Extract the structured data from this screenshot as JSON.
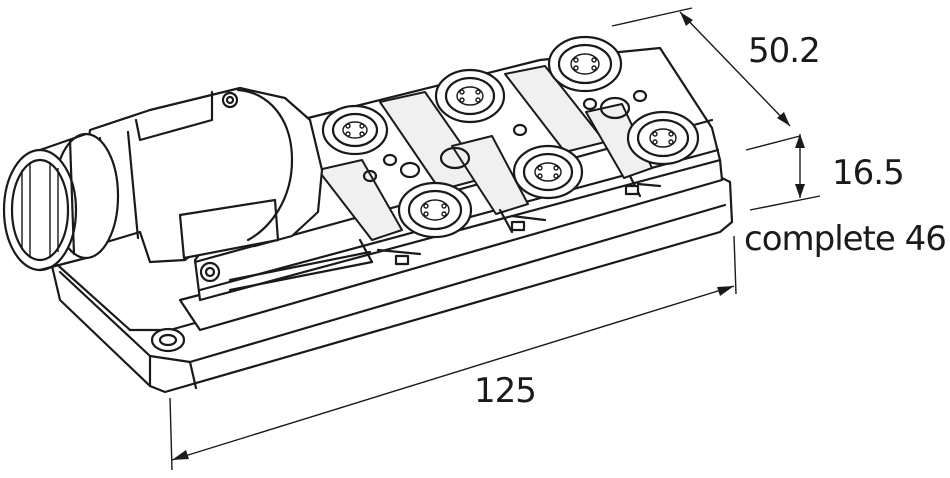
{
  "dimensions": {
    "width_label": "50.2",
    "height_label": "16.5",
    "total_height_label": "complete 46",
    "length_label": "125"
  },
  "colors": {
    "line": "#1a1a1a",
    "background": "#ffffff"
  }
}
